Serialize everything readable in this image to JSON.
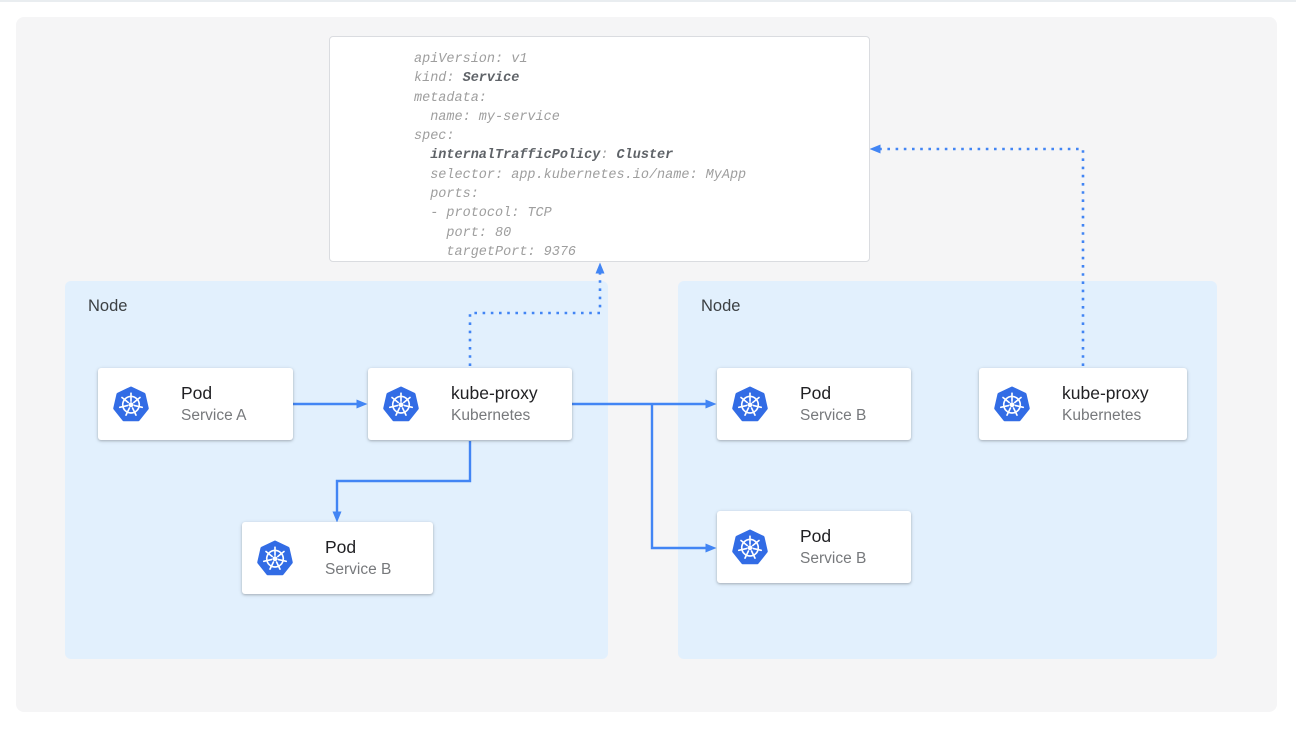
{
  "colors": {
    "panel_background": "#f5f5f6",
    "node_background": "#e2f0fd",
    "kubernetes_blue": "#326ce5",
    "arrow_blue": "#4285f4",
    "code_regular_text": "#9e9e9e",
    "code_bold_text": "#5f6368"
  },
  "yaml_box": {
    "lines": [
      [
        {
          "t": "apiVersion: v1",
          "b": false
        }
      ],
      [
        {
          "t": "kind: ",
          "b": false
        },
        {
          "t": "Service",
          "b": true
        }
      ],
      [
        {
          "t": "metadata:",
          "b": false
        }
      ],
      [
        {
          "t": "  name: my-service",
          "b": false
        }
      ],
      [
        {
          "t": "spec:",
          "b": false
        }
      ],
      [
        {
          "t": "  ",
          "b": false
        },
        {
          "t": "internalTrafficPolicy",
          "b": true
        },
        {
          "t": ": ",
          "b": false
        },
        {
          "t": "Cluster",
          "b": true
        }
      ],
      [
        {
          "t": "  selector: app.kubernetes.io/name: MyApp",
          "b": false
        }
      ],
      [
        {
          "t": "  ports:",
          "b": false
        }
      ],
      [
        {
          "t": "  - protocol: TCP",
          "b": false
        }
      ],
      [
        {
          "t": "    port: 80",
          "b": false
        }
      ],
      [
        {
          "t": "    targetPort: 9376",
          "b": false
        }
      ]
    ]
  },
  "nodes": {
    "left": {
      "label": "Node"
    },
    "right": {
      "label": "Node"
    }
  },
  "cards": {
    "pod_a": {
      "title": "Pod",
      "subtitle": "Service A",
      "icon": "kubernetes-logo"
    },
    "kube_proxy_left": {
      "title": "kube-proxy",
      "subtitle": "Kubernetes",
      "icon": "kubernetes-logo"
    },
    "pod_b_left": {
      "title": "Pod",
      "subtitle": "Service B",
      "icon": "kubernetes-logo"
    },
    "pod_b_right_top": {
      "title": "Pod",
      "subtitle": "Service B",
      "icon": "kubernetes-logo"
    },
    "pod_b_right_bottom": {
      "title": "Pod",
      "subtitle": "Service B",
      "icon": "kubernetes-logo"
    },
    "kube_proxy_right": {
      "title": "kube-proxy",
      "subtitle": "Kubernetes",
      "icon": "kubernetes-logo"
    }
  }
}
